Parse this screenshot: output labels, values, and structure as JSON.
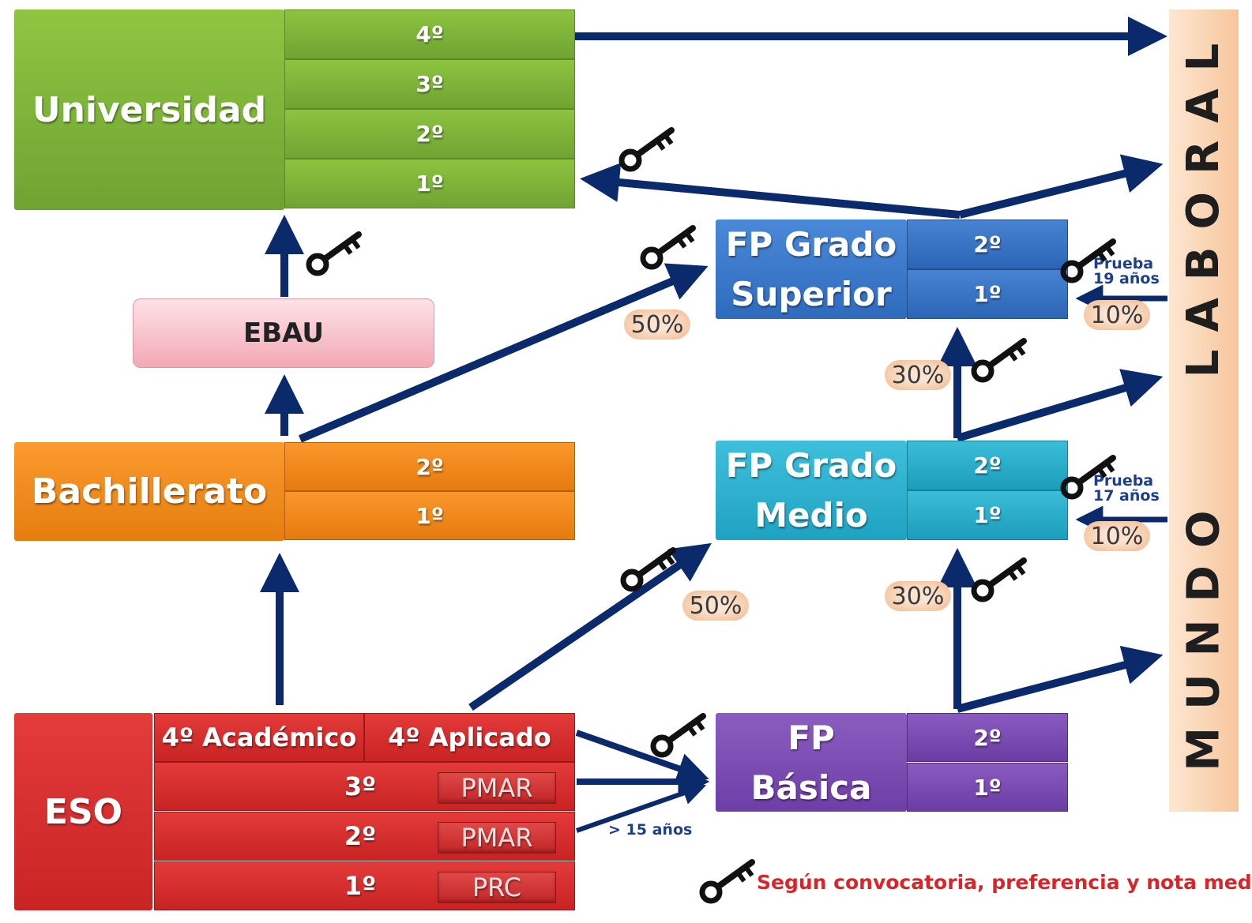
{
  "universidad": {
    "label": "Universidad",
    "years": [
      "4º",
      "3º",
      "2º",
      "1º"
    ]
  },
  "ebau": {
    "label": "EBAU"
  },
  "bachillerato": {
    "label": "Bachillerato",
    "years": [
      "2º",
      "1º"
    ]
  },
  "eso": {
    "label": "ESO",
    "fourth_academic": "4º Académico",
    "fourth_applied": "4º Aplicado",
    "rows": [
      {
        "year": "3º",
        "program": "PMAR"
      },
      {
        "year": "2º",
        "program": "PMAR"
      },
      {
        "year": "1º",
        "program": "PRC"
      }
    ]
  },
  "fp_superior": {
    "line1": "FP Grado",
    "line2": "Superior",
    "years": [
      "2º",
      "1º"
    ]
  },
  "fp_medio": {
    "line1": "FP Grado",
    "line2": "Medio",
    "years": [
      "2º",
      "1º"
    ]
  },
  "fp_basica": {
    "line1": "FP",
    "line2": "Básica",
    "years": [
      "2º",
      "1º"
    ]
  },
  "mundo_laboral": {
    "word1": "MUNDO",
    "word2": "LABORAL"
  },
  "percentages": {
    "bach_to_superior": "50%",
    "eso_to_medio": "50%",
    "medio_to_superior": "30%",
    "basica_to_medio": "30%",
    "laboral_to_superior": "10%",
    "laboral_to_medio": "10%"
  },
  "notes": {
    "prueba_superior_1": "Prueba",
    "prueba_superior_2": "19 años",
    "prueba_medio_1": "Prueba",
    "prueba_medio_2": "17 años",
    "age_basica": "> 15 años"
  },
  "legend": {
    "text": "Según convocatoria, preferencia y nota media",
    "icon": "key-icon"
  },
  "colors": {
    "arrow": "#0b2a6b",
    "universidad": "#7cb53a",
    "bachillerato": "#f28c1e",
    "eso": "#d63030",
    "fp_superior": "#3a78c9",
    "fp_medio": "#2bb0cf",
    "fp_basica": "#7c4db3",
    "legend_text": "#d6262b"
  }
}
